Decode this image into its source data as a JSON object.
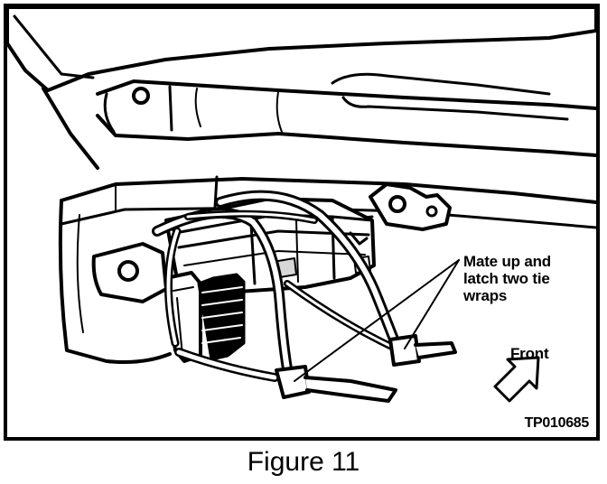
{
  "figure": {
    "caption": "Figure 11",
    "part_number": "TP010685",
    "callouts": {
      "tie_wraps": "Mate up and\nlatch two tie\nwraps",
      "front": "Front"
    }
  },
  "icons": {
    "direction_arrow": "front-arrow-icon"
  },
  "colors": {
    "ink": "#000000",
    "paper": "#ffffff",
    "shade": "#d8d8d8"
  }
}
